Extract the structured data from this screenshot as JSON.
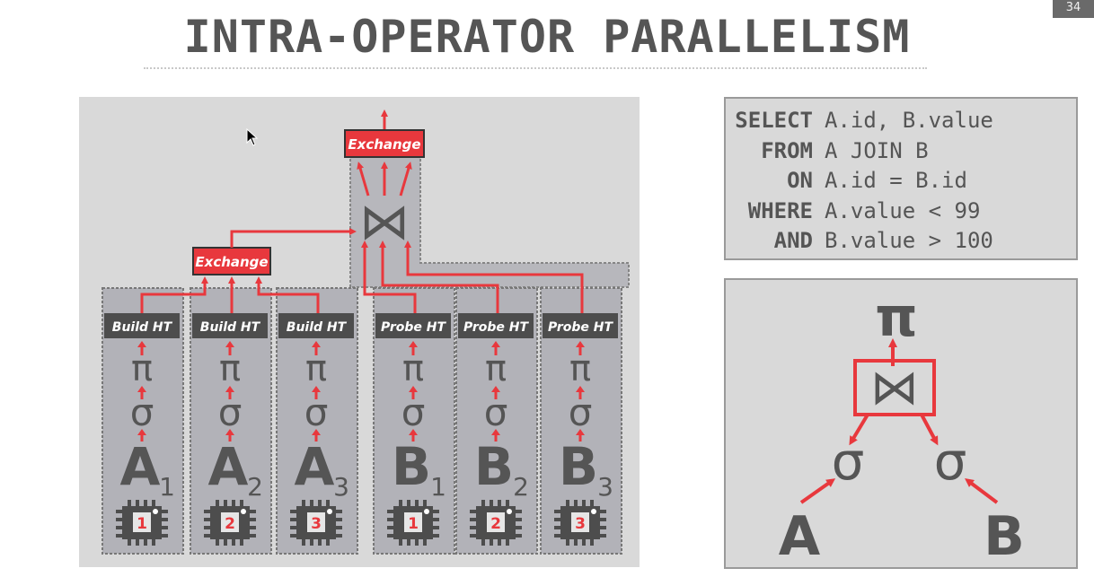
{
  "slide": {
    "title": "INTRA-OPERATOR PARALLELISM",
    "page_number": "34"
  },
  "diagram": {
    "top_exchange_label": "Exchange",
    "build_exchange_label": "Exchange",
    "join_symbol": "⋈",
    "pipelines": [
      {
        "op": "Build HT",
        "proj": "π",
        "sel": "σ",
        "table": "A",
        "sub": "1",
        "cpu": "1"
      },
      {
        "op": "Build HT",
        "proj": "π",
        "sel": "σ",
        "table": "A",
        "sub": "2",
        "cpu": "2"
      },
      {
        "op": "Build HT",
        "proj": "π",
        "sel": "σ",
        "table": "A",
        "sub": "3",
        "cpu": "3"
      },
      {
        "op": "Probe HT",
        "proj": "π",
        "sel": "σ",
        "table": "B",
        "sub": "1",
        "cpu": "1"
      },
      {
        "op": "Probe HT",
        "proj": "π",
        "sel": "σ",
        "table": "B",
        "sub": "2",
        "cpu": "2"
      },
      {
        "op": "Probe HT",
        "proj": "π",
        "sel": "σ",
        "table": "B",
        "sub": "3",
        "cpu": "3"
      }
    ]
  },
  "sql": {
    "lines": [
      {
        "kw": "SELECT",
        "rest": "A.id, B.value"
      },
      {
        "kw": "FROM",
        "rest": "A JOIN B"
      },
      {
        "kw": "ON",
        "rest": "A.id = B.id"
      },
      {
        "kw": "WHERE",
        "rest": "A.value < 99"
      },
      {
        "kw": "AND",
        "rest": "B.value > 100"
      }
    ]
  },
  "plan": {
    "proj": "π",
    "join": "⋈",
    "sel_left": "σ",
    "sel_right": "σ",
    "table_left": "A",
    "table_right": "B"
  },
  "colors": {
    "accent_red": "#e8383d",
    "dark_gray": "#555555",
    "panel_gray": "#d9d9d9",
    "pipeline_box": "#b2b2b8"
  }
}
